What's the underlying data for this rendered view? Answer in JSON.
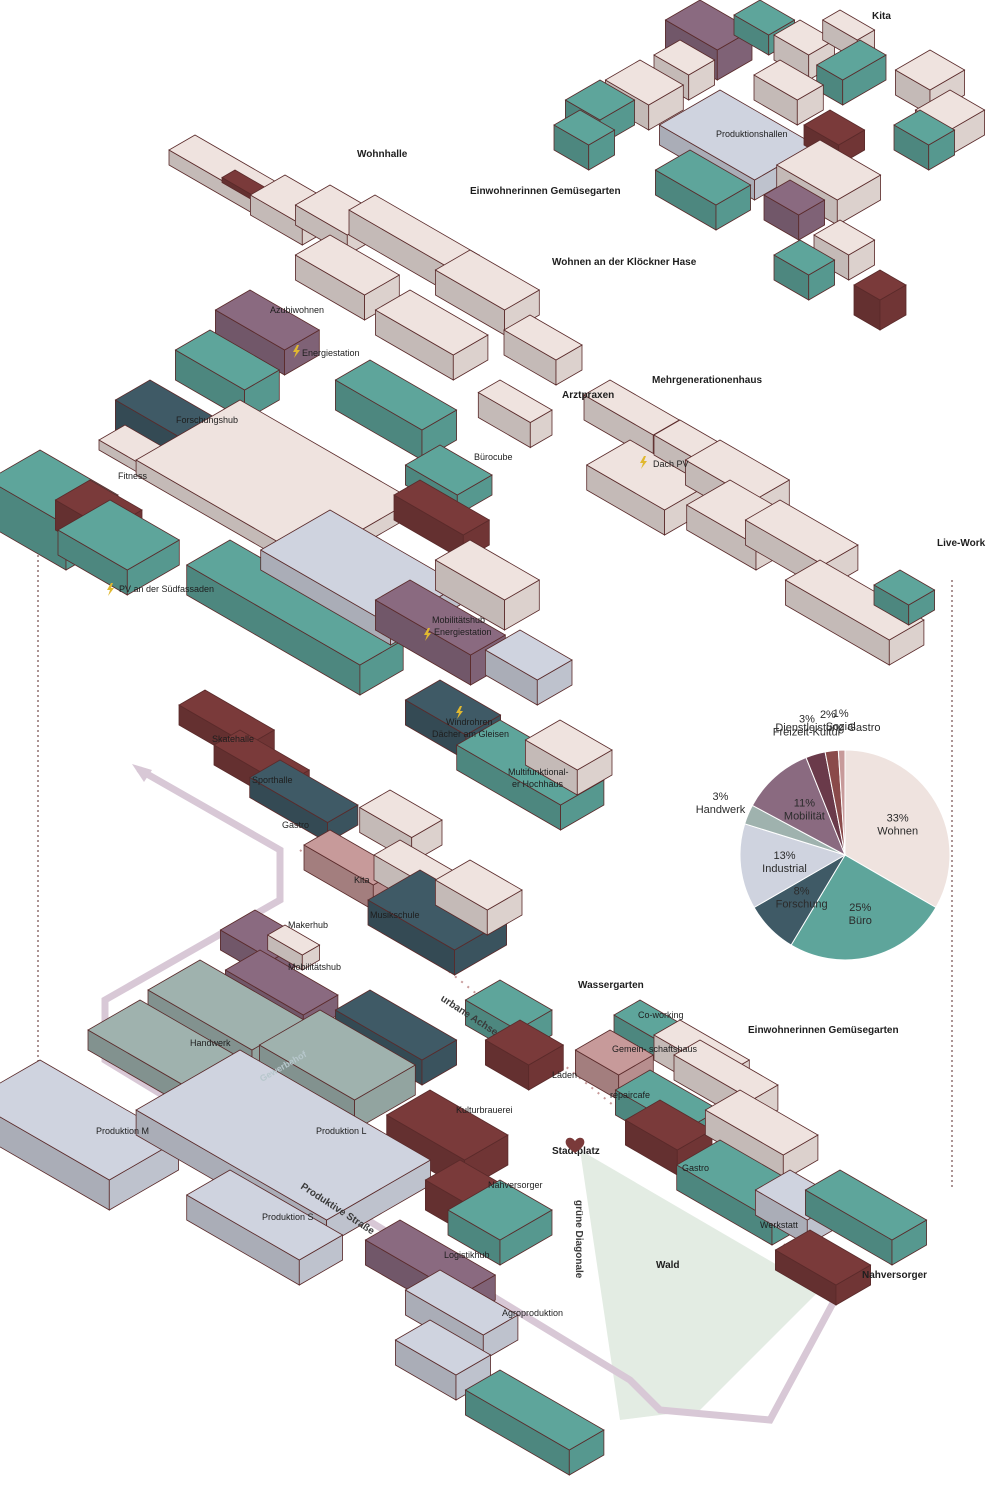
{
  "colors": {
    "residential": "#efe3df",
    "office": "#5ea59b",
    "industrial": "#cfd3df",
    "research": "#3f5a66",
    "mobility": "#8a6a80",
    "craft": "#9fb2ae",
    "leisure": "#7a3a3a",
    "social": "#c79a9a",
    "services": "#8a4a4a",
    "outline": "#5a2a2a",
    "path": "#d8c8d6",
    "forest": "#e3ece3"
  },
  "labels": {
    "kita_top": "Kita",
    "produktionshallen": "Produktionshallen",
    "wohnhalle": "Wohnhalle",
    "gemuesegarten_top": "Einwohnerinnen Gemüsegarten",
    "wohnen_kloeckner": "Wohnen an der Klöckner Hase",
    "azubiwohnen": "Azubiwohnen",
    "energiestation_1": "Energiestation",
    "arztpraxen": "Arztpraxen",
    "mehrgenerationenhaus": "Mehrgenerationenhaus",
    "forschungshub": "Forschungshub",
    "buerocube": "Bürocube",
    "dach_pv": "Dach PV",
    "fitness": "Fitness",
    "live_work": "Live-Work",
    "pv_suedfassaden": "PV an der Südfassaden",
    "mobilitaetshub_top": "Mobilitätshub",
    "energiestation_2": "Energiestation",
    "windrohren": "Windrohren",
    "daecher_gleisen": "Dächer am Gleisen",
    "multifunktional": "Multifunktional-",
    "hochhaus": "er Hochhaus",
    "skatehalle": "Skatehalle",
    "sporthalle": "Sporthalle",
    "gastro_1": "Gastro",
    "kita": "Kita",
    "musikschule": "Musikschule",
    "makerhub": "Makerhub",
    "mobilitaetshub": "Mobilitätshub",
    "handwerk": "Handwerk",
    "urbane_achse": "urbane Achse",
    "wassergarten": "Wassergarten",
    "coworking": "Co-working",
    "gemeinschaftshaus": "Gemein- schaftshaus",
    "gemuesegarten": "Einwohnerinnen Gemüsegarten",
    "laden": "Läden",
    "repaircafe": "repaircafe",
    "kulturbrauerei": "Kulturbrauerei",
    "produktion_m": "Produktion M",
    "produktion_l": "Produktion L",
    "stadtplatz": "Stadtplatz",
    "gastro_2": "Gastro",
    "nahversorger_1": "Nahversorger",
    "produktive_strasse": "Produktive Straße",
    "produktion_s": "Produktion S",
    "logistikhub": "Logistikhub",
    "gruene_diagonale": "grüne Diagonale",
    "wald": "Wald",
    "werkstatt": "Werkstatt",
    "nahversorger_2": "Nahversorger",
    "agroproduktion": "Agroproduktion",
    "gewerbehof": "Gewerbehof"
  },
  "chart_data": {
    "type": "pie",
    "slices": [
      {
        "name": "Wohnen",
        "value": 33,
        "label": "33%",
        "color": "#efe3df"
      },
      {
        "name": "Büro",
        "value": 25,
        "label": "25%",
        "color": "#5ea59b"
      },
      {
        "name": "Forschung",
        "value": 8,
        "label": "8%",
        "color": "#3f5a66"
      },
      {
        "name": "Industrial",
        "value": 13,
        "label": "13%",
        "color": "#cfd3df"
      },
      {
        "name": "Handwerk",
        "value": 3,
        "label": "3%",
        "color": "#9fb2ae"
      },
      {
        "name": "Mobilität",
        "value": 11,
        "label": "11%",
        "color": "#8a6a80"
      },
      {
        "name": "Freizeit-Kultur",
        "value": 3,
        "label": "3%",
        "color": "#6a3a4a"
      },
      {
        "name": "Dienstleistung Gastro",
        "value": 2,
        "label": "2%",
        "color": "#8a4a4a"
      },
      {
        "name": "Sozial",
        "value": 1,
        "label": "1%",
        "color": "#c79a9a"
      }
    ]
  }
}
